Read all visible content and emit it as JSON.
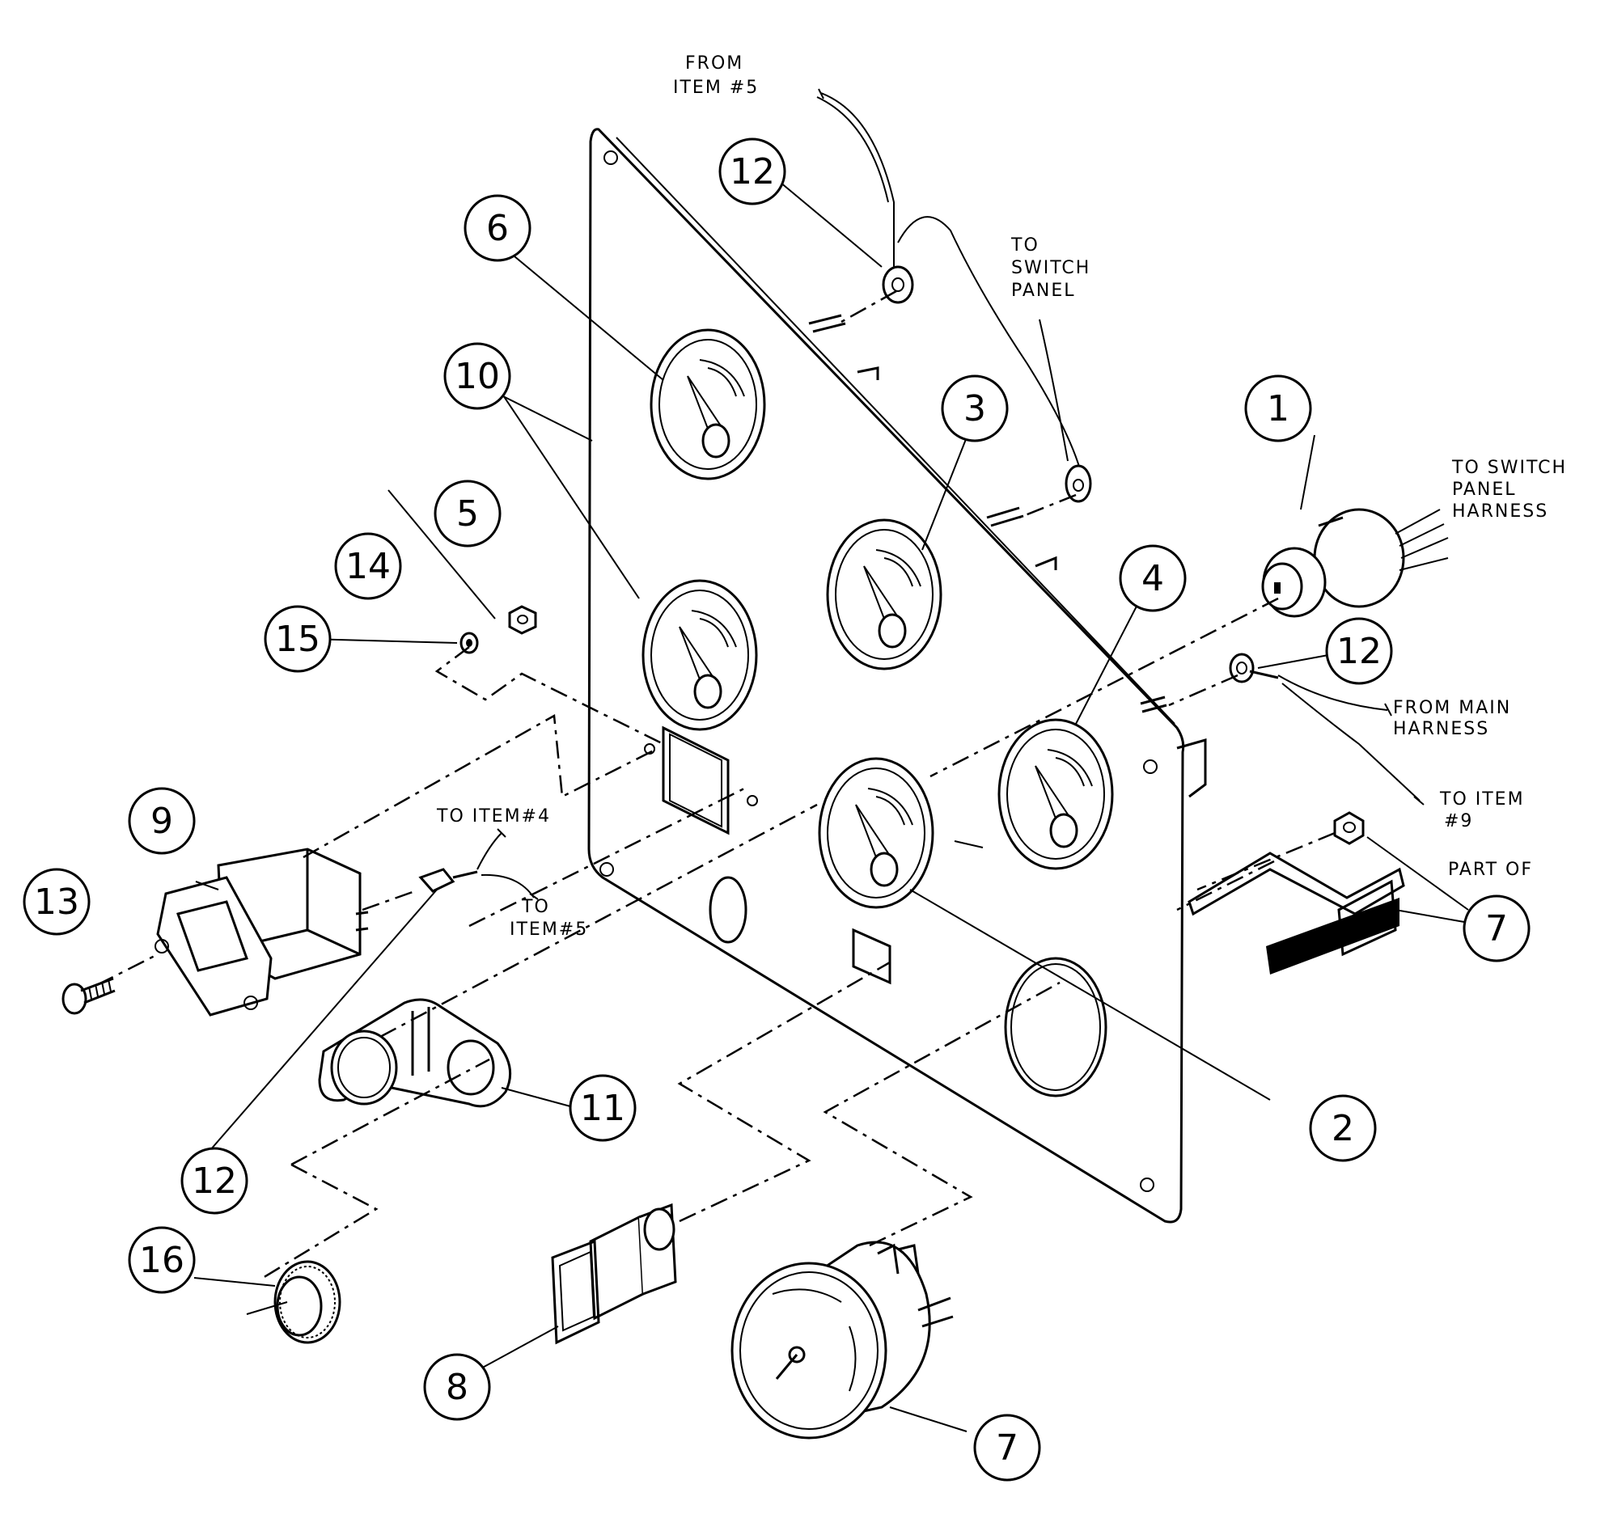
{
  "callouts": {
    "c1": "1",
    "c2": "2",
    "c3": "3",
    "c4": "4",
    "c5": "5",
    "c6": "6",
    "c7a": "7",
    "c7b": "7",
    "c8": "8",
    "c9": "9",
    "c10": "10",
    "c11": "11",
    "c12a": "12",
    "c12b": "12",
    "c12c": "12",
    "c13": "13",
    "c14": "14",
    "c15": "15",
    "c16": "16"
  },
  "notes": {
    "from_item5_l1": "FROM",
    "from_item5_l2": "ITEM #5",
    "to_switch_panel_l1": "TO",
    "to_switch_panel_l2": "SWITCH",
    "to_switch_panel_l3": "PANEL",
    "to_switch_harness_l1": "TO SWITCH",
    "to_switch_harness_l2": "PANEL",
    "to_switch_harness_l3": "HARNESS",
    "from_main_l1": "FROM MAIN",
    "from_main_l2": "HARNESS",
    "to_item9_l1": "TO ITEM",
    "to_item9_l2": "#9",
    "part_of": "PART OF",
    "to_item4": "TO ITEM#4",
    "to_item5b_l1": "TO",
    "to_item5b_l2": "ITEM#5"
  }
}
